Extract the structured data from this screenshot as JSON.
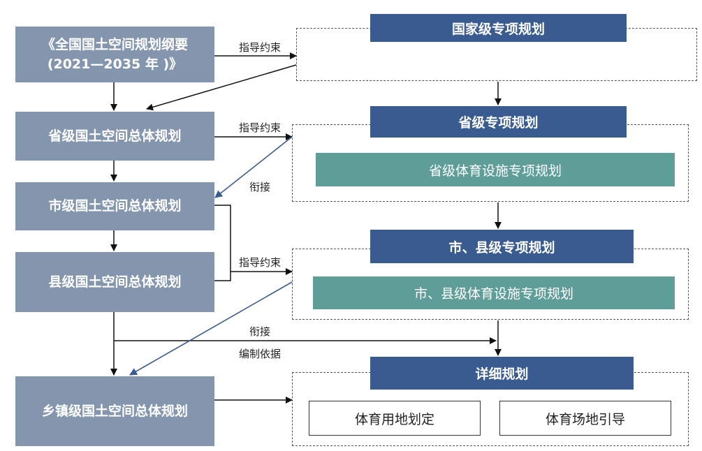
{
  "left": {
    "national_outline_line1": "《全国国土空间规划纲要",
    "national_outline_line2": "(2021—2035 年 )》",
    "provincial": "省级国土空间总体规划",
    "municipal": "市级国土空间总体规划",
    "county": "县级国土空间总体规划",
    "township": "乡镇级国土空间总体规划"
  },
  "right": {
    "national_special": "国家级专项规划",
    "provincial_special": "省级专项规划",
    "provincial_sports": "省级体育设施专项规划",
    "city_county_special": "市、县级专项规划",
    "city_county_sports": "市、县级体育设施专项规划",
    "detailed": "详细规划",
    "sports_land": "体育用地划定",
    "sports_venue": "体育场地引导"
  },
  "labels": {
    "guide_1": "指导约束",
    "guide_2": "指导约束",
    "guide_3": "指导约束",
    "link_1": "衔接",
    "link_2": "衔接",
    "basis": "编制依据"
  },
  "colors": {
    "left_box": "#8496ae",
    "header_box": "#3a5b8f",
    "sports_box": "#5f9d99",
    "link_arrow": "#3a5b8f"
  }
}
